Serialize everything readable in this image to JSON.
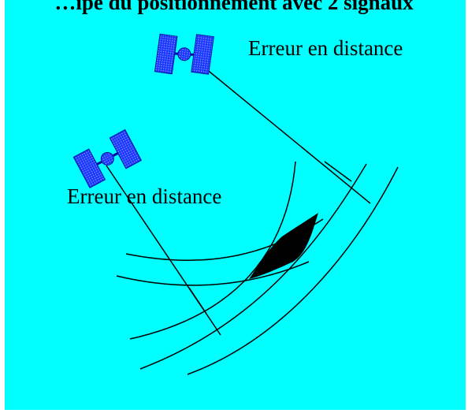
{
  "diagram": {
    "title": "…ipe du positionnement avec 2 signaux",
    "labels": {
      "range_error_top": "Erreur en distance",
      "range_error_left": "Erreur en distance"
    },
    "colors": {
      "background": "#00ffff",
      "satellite": "#1e3cff",
      "lines": "#000000",
      "intersection": "#000000"
    },
    "icons": [
      "satellite-icon",
      "satellite-icon"
    ]
  }
}
